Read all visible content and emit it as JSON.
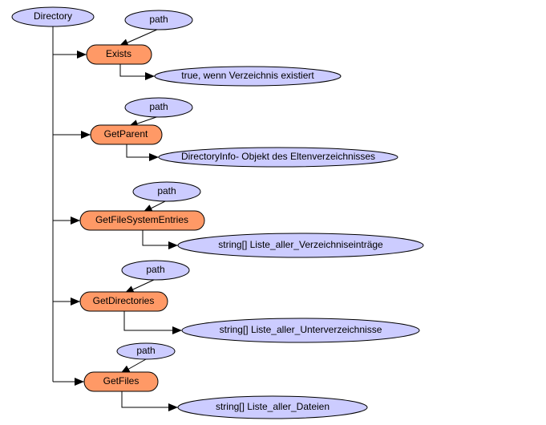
{
  "colors": {
    "root_fill": "#ccccff",
    "input_fill": "#ccccff",
    "method_fill": "#ff9966",
    "output_fill": "#ccccff",
    "stroke": "#000000",
    "background": "#ffffff"
  },
  "root": {
    "label": "Directory"
  },
  "methods": [
    {
      "label": "Exists",
      "input": "path",
      "output": "true, wenn Verzeichnis existiert"
    },
    {
      "label": "GetParent",
      "input": "path",
      "output": "DirectoryInfo- Objekt des Eltenverzeichnisses"
    },
    {
      "label": "GetFileSystemEntries",
      "input": "path",
      "output": "string[] Liste_aller_Verzeichniseinträge"
    },
    {
      "label": "GetDirectories",
      "input": "path",
      "output": "string[] Liste_aller_Unterverzeichnisse"
    },
    {
      "label": "GetFiles",
      "input": "path",
      "output": "string[] Liste_aller_Dateien"
    }
  ]
}
